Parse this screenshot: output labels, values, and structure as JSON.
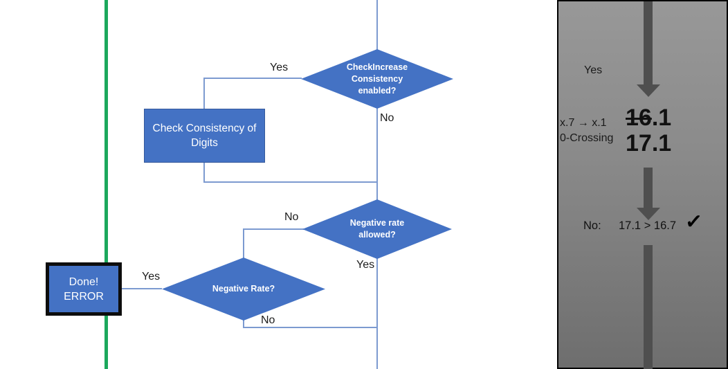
{
  "flowchart": {
    "decision_check_increase": {
      "label": "CheckIncrease Consistency enabled?",
      "yes_label": "Yes",
      "no_label": "No"
    },
    "process_check_consistency": {
      "label": "Check Consistency of Digits"
    },
    "decision_negative_rate_allowed": {
      "label": "Negative rate allowed?",
      "no_label": "No",
      "yes_label": "Yes"
    },
    "decision_negative_rate": {
      "label": "Negative Rate?",
      "yes_label": "Yes",
      "no_label": "No"
    },
    "terminal_done_error": {
      "line1": "Done!",
      "line2": "ERROR"
    }
  },
  "annotation_panel": {
    "step_label": "Yes",
    "rule_line1": "x.7 → x.1",
    "rule_line2": "0-Crossing",
    "value_wrong_struck": "16",
    "value_wrong_rest": ".1",
    "value_corrected": "17.1",
    "result_prefix": "No:",
    "result_comparison": "17.1 > 16.7",
    "checkmark": "✓"
  },
  "colors": {
    "shape_fill_blue": "#4472C4",
    "connector_blue": "#7C9AD0",
    "swimlane_green": "#1CA85C",
    "panel_gray_top": "#989898",
    "panel_gray_bottom": "#6E6E6E",
    "arrow_dark_gray": "#4F4F4F",
    "done_border_black": "#0D0D0D"
  }
}
